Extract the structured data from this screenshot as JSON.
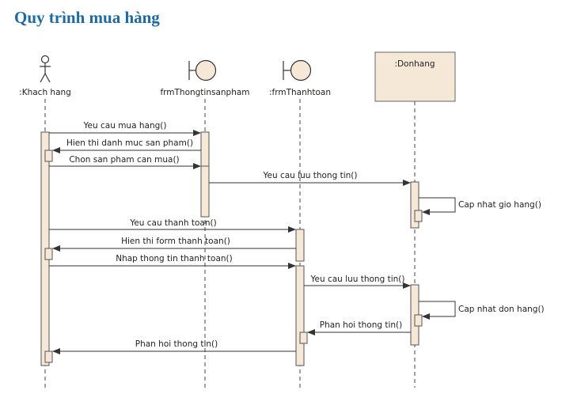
{
  "title": "Quy trình mua hàng",
  "colors": {
    "title": "#1b6aa8",
    "box_fill": "#f6e8d6",
    "line": "#333333"
  },
  "participants": [
    {
      "id": "actor",
      "kind": "actor",
      "label": ":Khach hang"
    },
    {
      "id": "frm1",
      "kind": "boundary",
      "label": "frmThongtinsanpham"
    },
    {
      "id": "frm2",
      "kind": "boundary",
      "label": ":frmThanhtoan"
    },
    {
      "id": "don",
      "kind": "entity",
      "label": ":Donhang"
    }
  ],
  "messages": [
    {
      "label": "Yeu cau mua hang()"
    },
    {
      "label": "Hien thi danh muc san pham()"
    },
    {
      "label": "Chon san pham can mua()"
    },
    {
      "label": "Yeu cau luu thong tin()"
    },
    {
      "label": "Cap nhat gio hang()"
    },
    {
      "label": "Yeu cau thanh toan()"
    },
    {
      "label": "Hien thi form thanh toan()"
    },
    {
      "label": "Nhap thong tin thanh toan()"
    },
    {
      "label": "Yeu cau luu thong tin()"
    },
    {
      "label": "Cap nhat don hang()"
    },
    {
      "label": "Phan hoi thong tin()"
    },
    {
      "label": "Phan hoi thong tin()"
    }
  ]
}
